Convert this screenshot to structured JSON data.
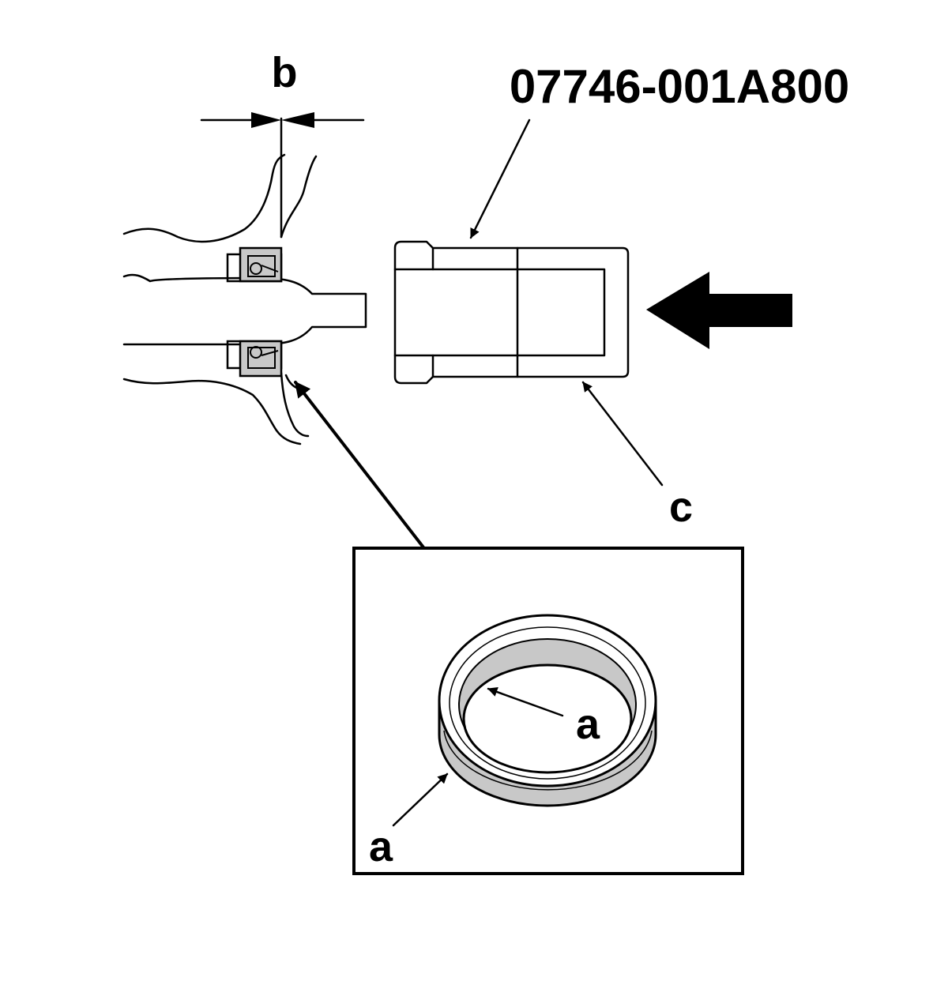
{
  "labels": {
    "part_number": "07746-001A800",
    "callout_a_inner": "a",
    "callout_a_outer": "a",
    "callout_b": "b",
    "callout_c": "c"
  },
  "colors": {
    "line": "#000000",
    "seal_fill": "#c8c8c8",
    "background": "#ffffff"
  },
  "icons": {
    "direction_arrow": "left-arrow-icon"
  }
}
